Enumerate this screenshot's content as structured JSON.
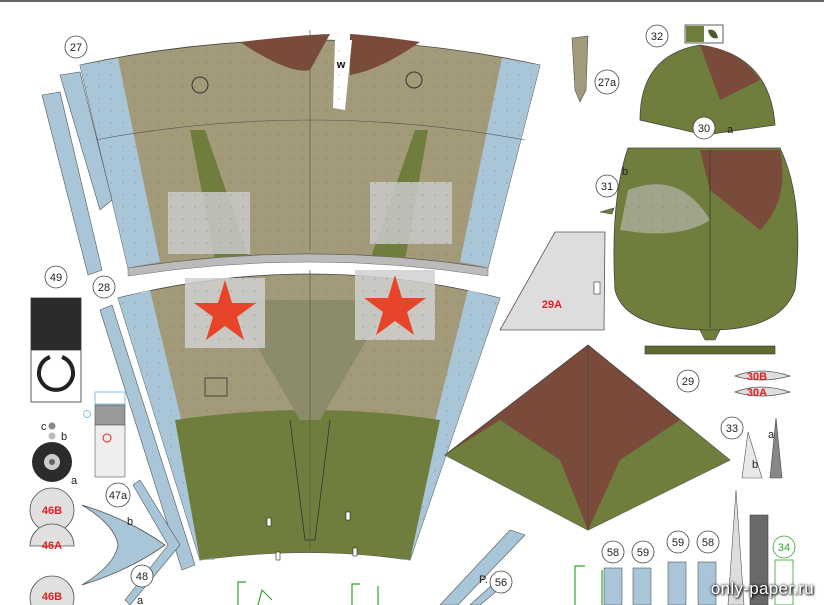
{
  "parts": {
    "p27": "27",
    "p27a": "27a",
    "p28": "28",
    "p29": "29",
    "p29a": "29A",
    "p30": "30",
    "p30_a": "a",
    "p30A": "30A",
    "p30B": "30B",
    "p31": "31",
    "p31_b": "b",
    "p32": "32",
    "p33": "33",
    "p33_a": "a",
    "p33_b": "b",
    "p34": "34",
    "p46A": "46A",
    "p46B_top": "46B",
    "p46B_bottom": "46B",
    "p46_a": "a",
    "p46_b": "b",
    "p46_c": "c",
    "p47a": "47a",
    "p48": "48",
    "p48_b": "b",
    "p48_a": "a",
    "p49": "49",
    "p56": "56",
    "p56_prefix": "P.",
    "p58_1": "58",
    "p58_2": "58",
    "p59_1": "59",
    "p59_2": "59",
    "w_mark": "w"
  },
  "watermark": "only-paper.ru",
  "colors": {
    "olive": "#6f7e3c",
    "khaki": "#a29a79",
    "brown": "#7a4a3a",
    "light_blue": "#a9c6d8",
    "star_red": "#e8442a",
    "label_red": "#e02020",
    "label_green": "#2aa82a"
  }
}
